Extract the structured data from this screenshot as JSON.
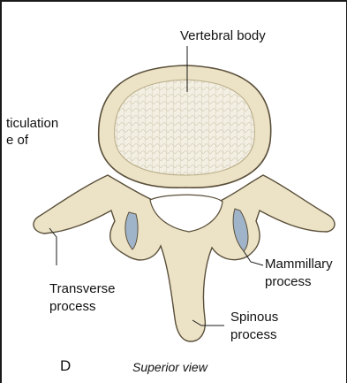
{
  "figure": {
    "panel_letter": "D",
    "view_caption": "Superior view"
  },
  "labels": {
    "vertebral_body": "Vertebral body",
    "articulation_partial": "ticulation",
    "facet_partial": "e of",
    "transverse_process": [
      "Transverse",
      "process"
    ],
    "mammillary_process": [
      "Mammillary",
      "process"
    ],
    "spinous_process": [
      "Spinous",
      "process"
    ]
  },
  "colors": {
    "bone": "#ece3c6",
    "bone_shadow": "#cfc39f",
    "cancellous": "#f3efe3",
    "outline": "#5a4f3a",
    "facet": "#9fb4c9",
    "leader": "#1a1a1a"
  }
}
